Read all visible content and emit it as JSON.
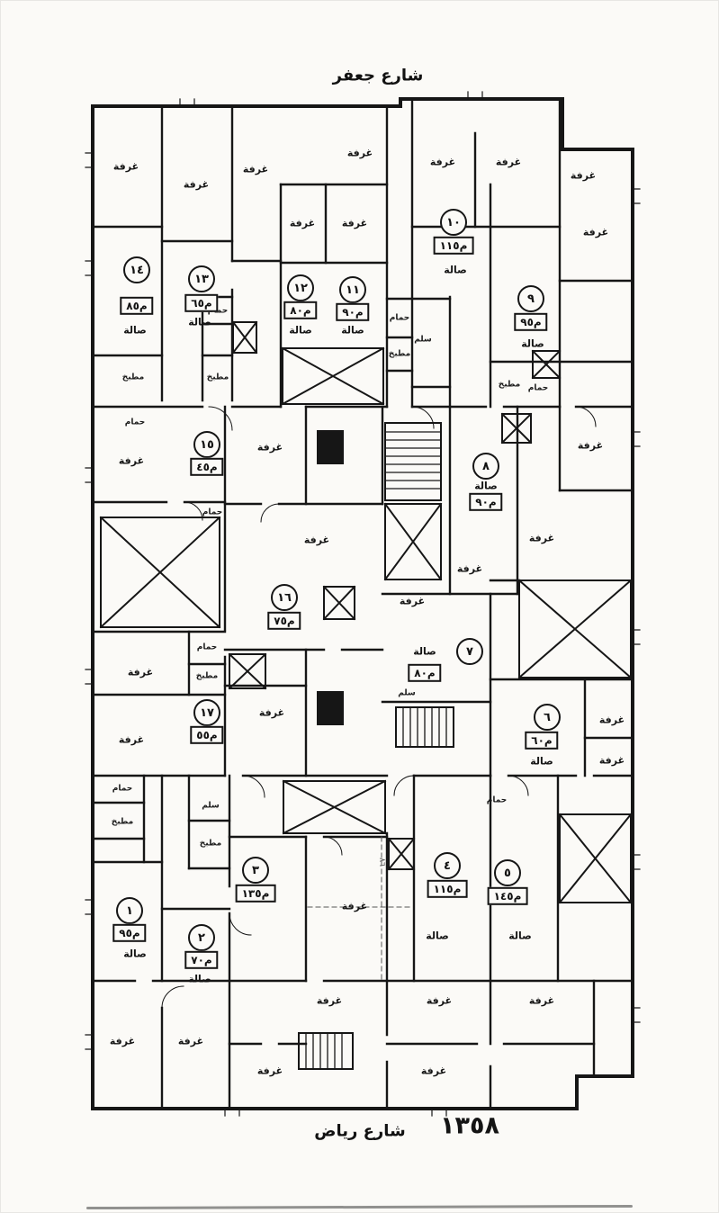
{
  "streets": {
    "top": "شارع جعفر",
    "bottom": "شارع رياض"
  },
  "plan_number": "١٣٥٨",
  "labels": {
    "room": "غرفة",
    "hall": "صالة",
    "bath": "حمام",
    "kitchen": "مطبخ",
    "stairs": "سلم",
    "dim": "٨٦"
  },
  "apartments": [
    {
      "number": "١٤",
      "area": "م٨٥"
    },
    {
      "number": "١٣",
      "area": "م٦٥"
    },
    {
      "number": "١٢",
      "area": "م٨٠"
    },
    {
      "number": "١١",
      "area": "م٩٠"
    },
    {
      "number": "١٠",
      "area": "م١١٥"
    },
    {
      "number": "٩",
      "area": "م٩٥"
    },
    {
      "number": "١٥",
      "area": "م٤٥"
    },
    {
      "number": "٨",
      "area": "م٩٠"
    },
    {
      "number": "١٦",
      "area": "م٧٥"
    },
    {
      "number": "٧",
      "area": "م٨٠"
    },
    {
      "number": "١٧",
      "area": "م٥٥"
    },
    {
      "number": "٦",
      "area": "م٦٠"
    },
    {
      "number": "١",
      "area": "م٩٥"
    },
    {
      "number": "٢",
      "area": "م٧٠"
    },
    {
      "number": "٣",
      "area": "م١٣٥"
    },
    {
      "number": "٤",
      "area": "م١١٥"
    },
    {
      "number": "٥",
      "area": "م١٤٥"
    }
  ]
}
